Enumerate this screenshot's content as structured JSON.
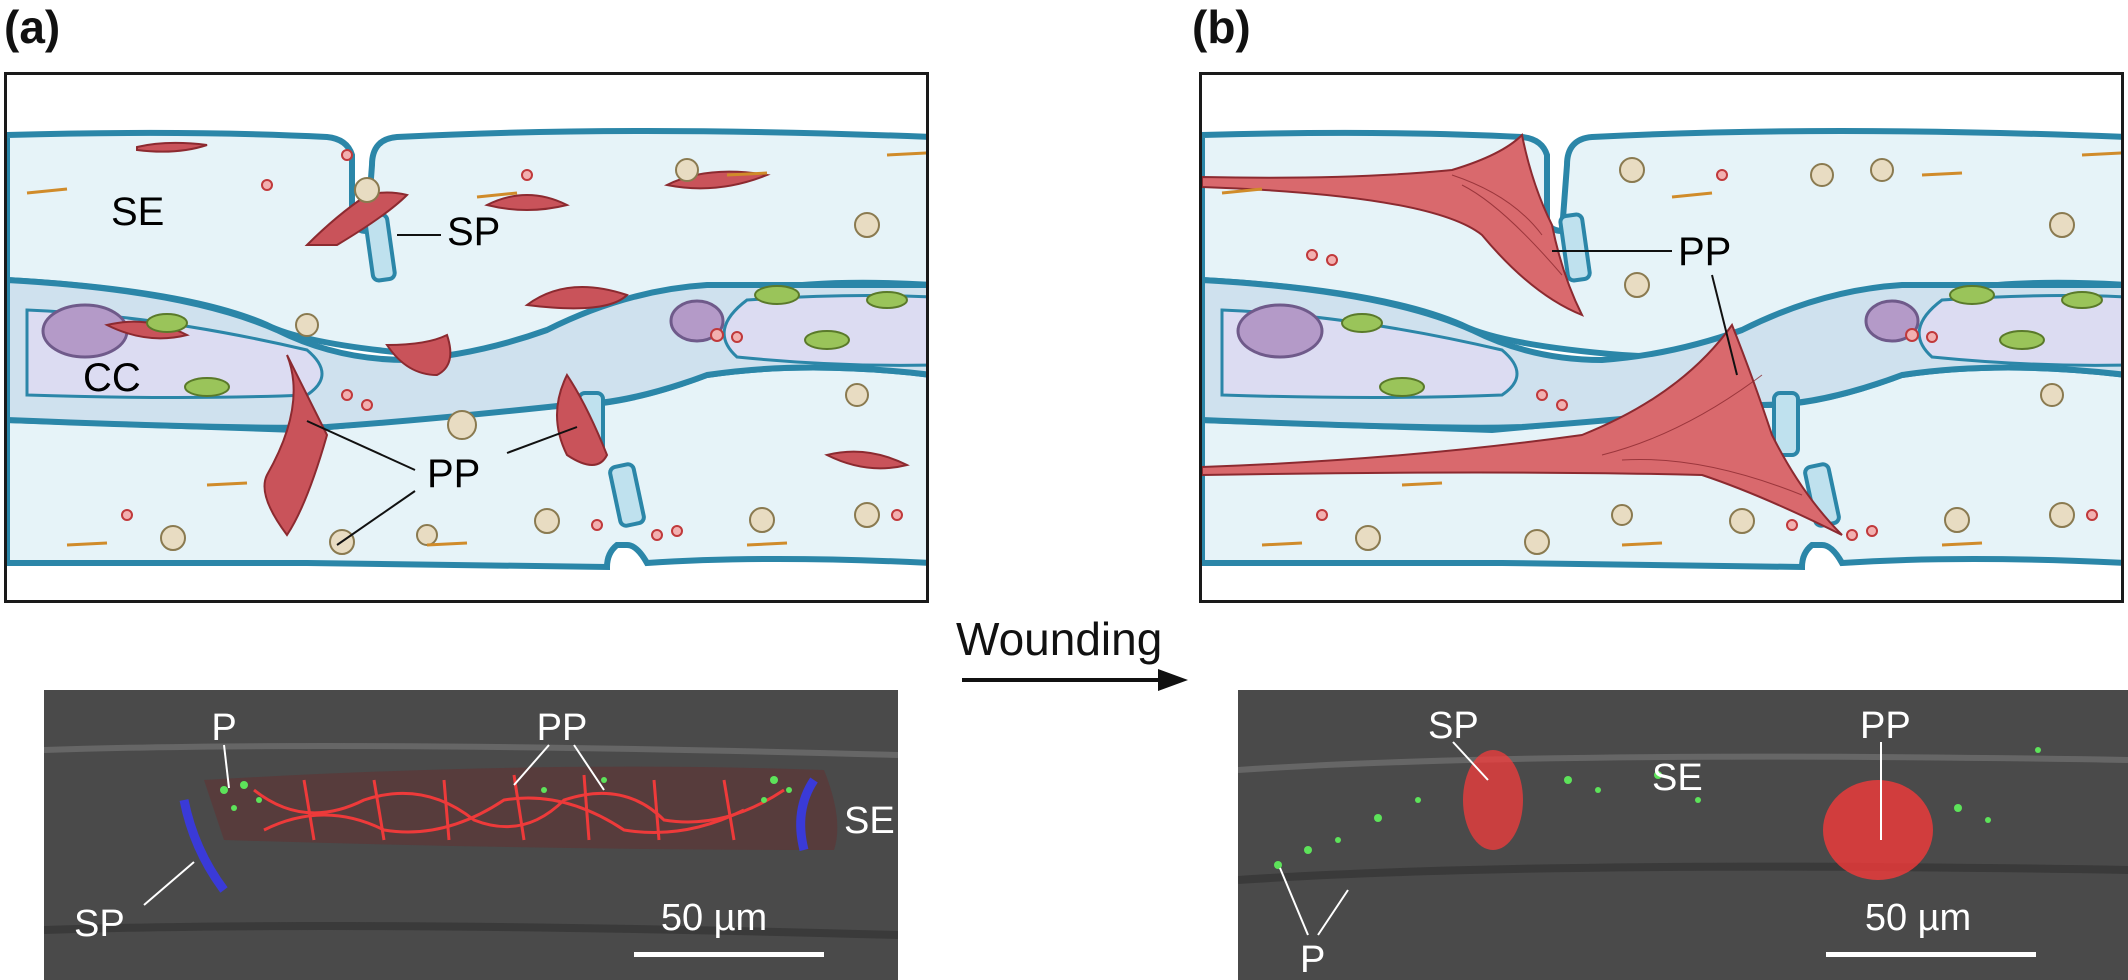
{
  "panel_a": {
    "letter": "(a)",
    "labels": {
      "se": "SE",
      "sp": "SP",
      "cc": "CC",
      "pp": "PP"
    },
    "micrograph": {
      "p": "P",
      "pp": "PP",
      "se": "SE",
      "sp": "SP",
      "scale": "50 µm"
    }
  },
  "panel_b": {
    "letter": "(b)",
    "labels": {
      "pp": "PP"
    },
    "micrograph": {
      "sp": "SP",
      "se": "SE",
      "pp": "PP",
      "p": "P",
      "scale": "50 µm"
    }
  },
  "arrow": {
    "label": "Wounding"
  },
  "colors": {
    "wall": "#2b86a8",
    "lumen": "#e6f3f8",
    "protein": "#c9535a",
    "nucleus": "#b49ac8",
    "plastid": "#e8dcc2",
    "chloroplast": "#9ac45a",
    "micro_bg": "#4a4a4a",
    "gfp": "#5de35a",
    "rfp": "#ff3a3a",
    "callose": "#3a3ad8"
  }
}
